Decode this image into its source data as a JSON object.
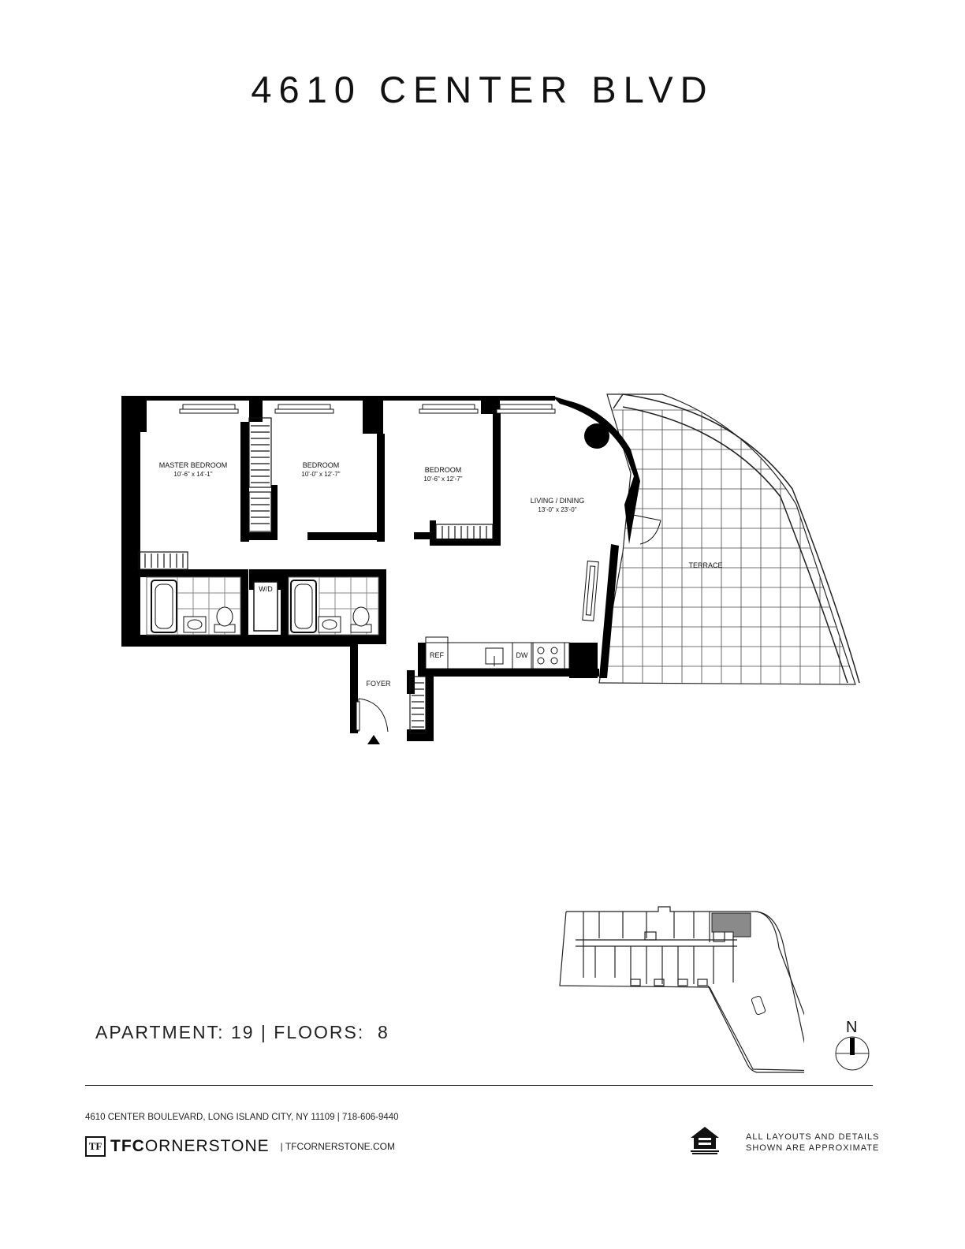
{
  "title": "4610 CENTER BLVD",
  "rooms": {
    "master_bedroom": {
      "name": "MASTER BEDROOM",
      "dims": "10'-6\" x 14'-1\""
    },
    "bedroom_2": {
      "name": "BEDROOM",
      "dims": "10'-0\" x 12'-7\""
    },
    "bedroom_3": {
      "name": "BEDROOM",
      "dims": "10'-6\" x 12'-7\""
    },
    "living_dining": {
      "name": "LIVING / DINING",
      "dims": "13'-0\" x 23'-0\""
    },
    "terrace": {
      "name": "TERRACE"
    },
    "foyer": {
      "name": "FOYER"
    }
  },
  "appliances": {
    "washer_dryer": "W/D",
    "refrigerator": "REF",
    "dishwasher": "DW"
  },
  "compass": {
    "label": "N"
  },
  "apartment_info": "APARTMENT: 19 | FLOORS:  8",
  "footer": {
    "address": "4610 CENTER BOULEVARD, LONG ISLAND CITY, NY 11109  |  718-606-9440",
    "brand_mark": "TF",
    "brand_bold": "TFC",
    "brand_rest": "ORNERSTONE",
    "brand_url": "|  TFCORNERSTONE.COM",
    "disclaimer_line1": "ALL LAYOUTS AND DETAILS",
    "disclaimer_line2": "SHOWN ARE APPROXIMATE"
  },
  "colors": {
    "wall": "#000000",
    "highlight_unit": "#8a8a8a",
    "line": "#222222"
  }
}
